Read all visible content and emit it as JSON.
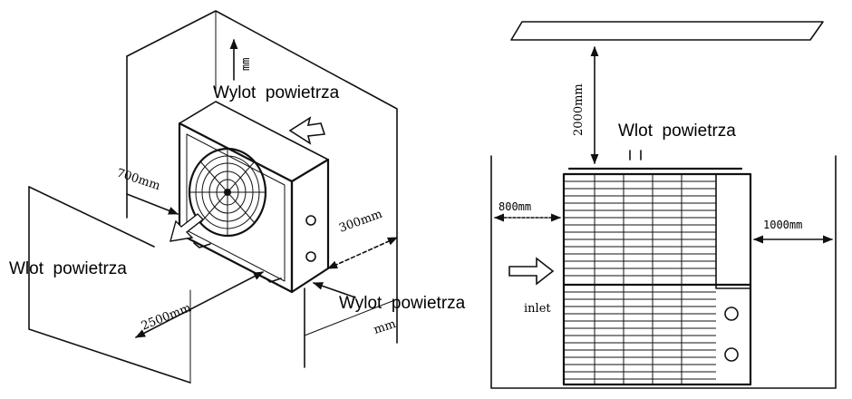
{
  "left_view": {
    "label_air_outlet_top": "Wylot  powietrza",
    "label_air_inlet_left": "Wlot  powietrza",
    "label_air_outlet_bottom": "Wylot  powietrza",
    "dim_top": "mm",
    "dim_700": "700mm",
    "dim_300": "300mm",
    "dim_2500": "2500mm",
    "dim_bottom_partial": "mm"
  },
  "right_view": {
    "label_air_inlet_top": "Wlot  powietrza",
    "label_inlet": "inlet",
    "dim_2000": "2000mm",
    "dim_800": "800mm",
    "dim_1000": "1000mm"
  }
}
